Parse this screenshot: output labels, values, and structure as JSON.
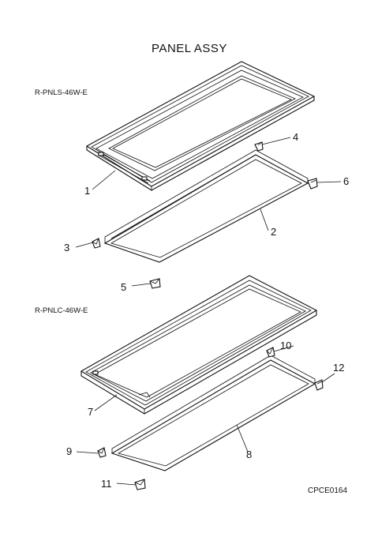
{
  "title": "PANEL ASSY",
  "drawing_code": "CPCE0164",
  "assemblies": [
    {
      "model": "R-PNLS-46W-E"
    },
    {
      "model": "R-PNLC-46W-E"
    }
  ],
  "callouts": {
    "c1": "1",
    "c2": "2",
    "c3": "3",
    "c4": "4",
    "c5": "5",
    "c6": "6",
    "c7": "7",
    "c8": "8",
    "c9": "9",
    "c10": "10",
    "c11": "11",
    "c12": "12"
  }
}
